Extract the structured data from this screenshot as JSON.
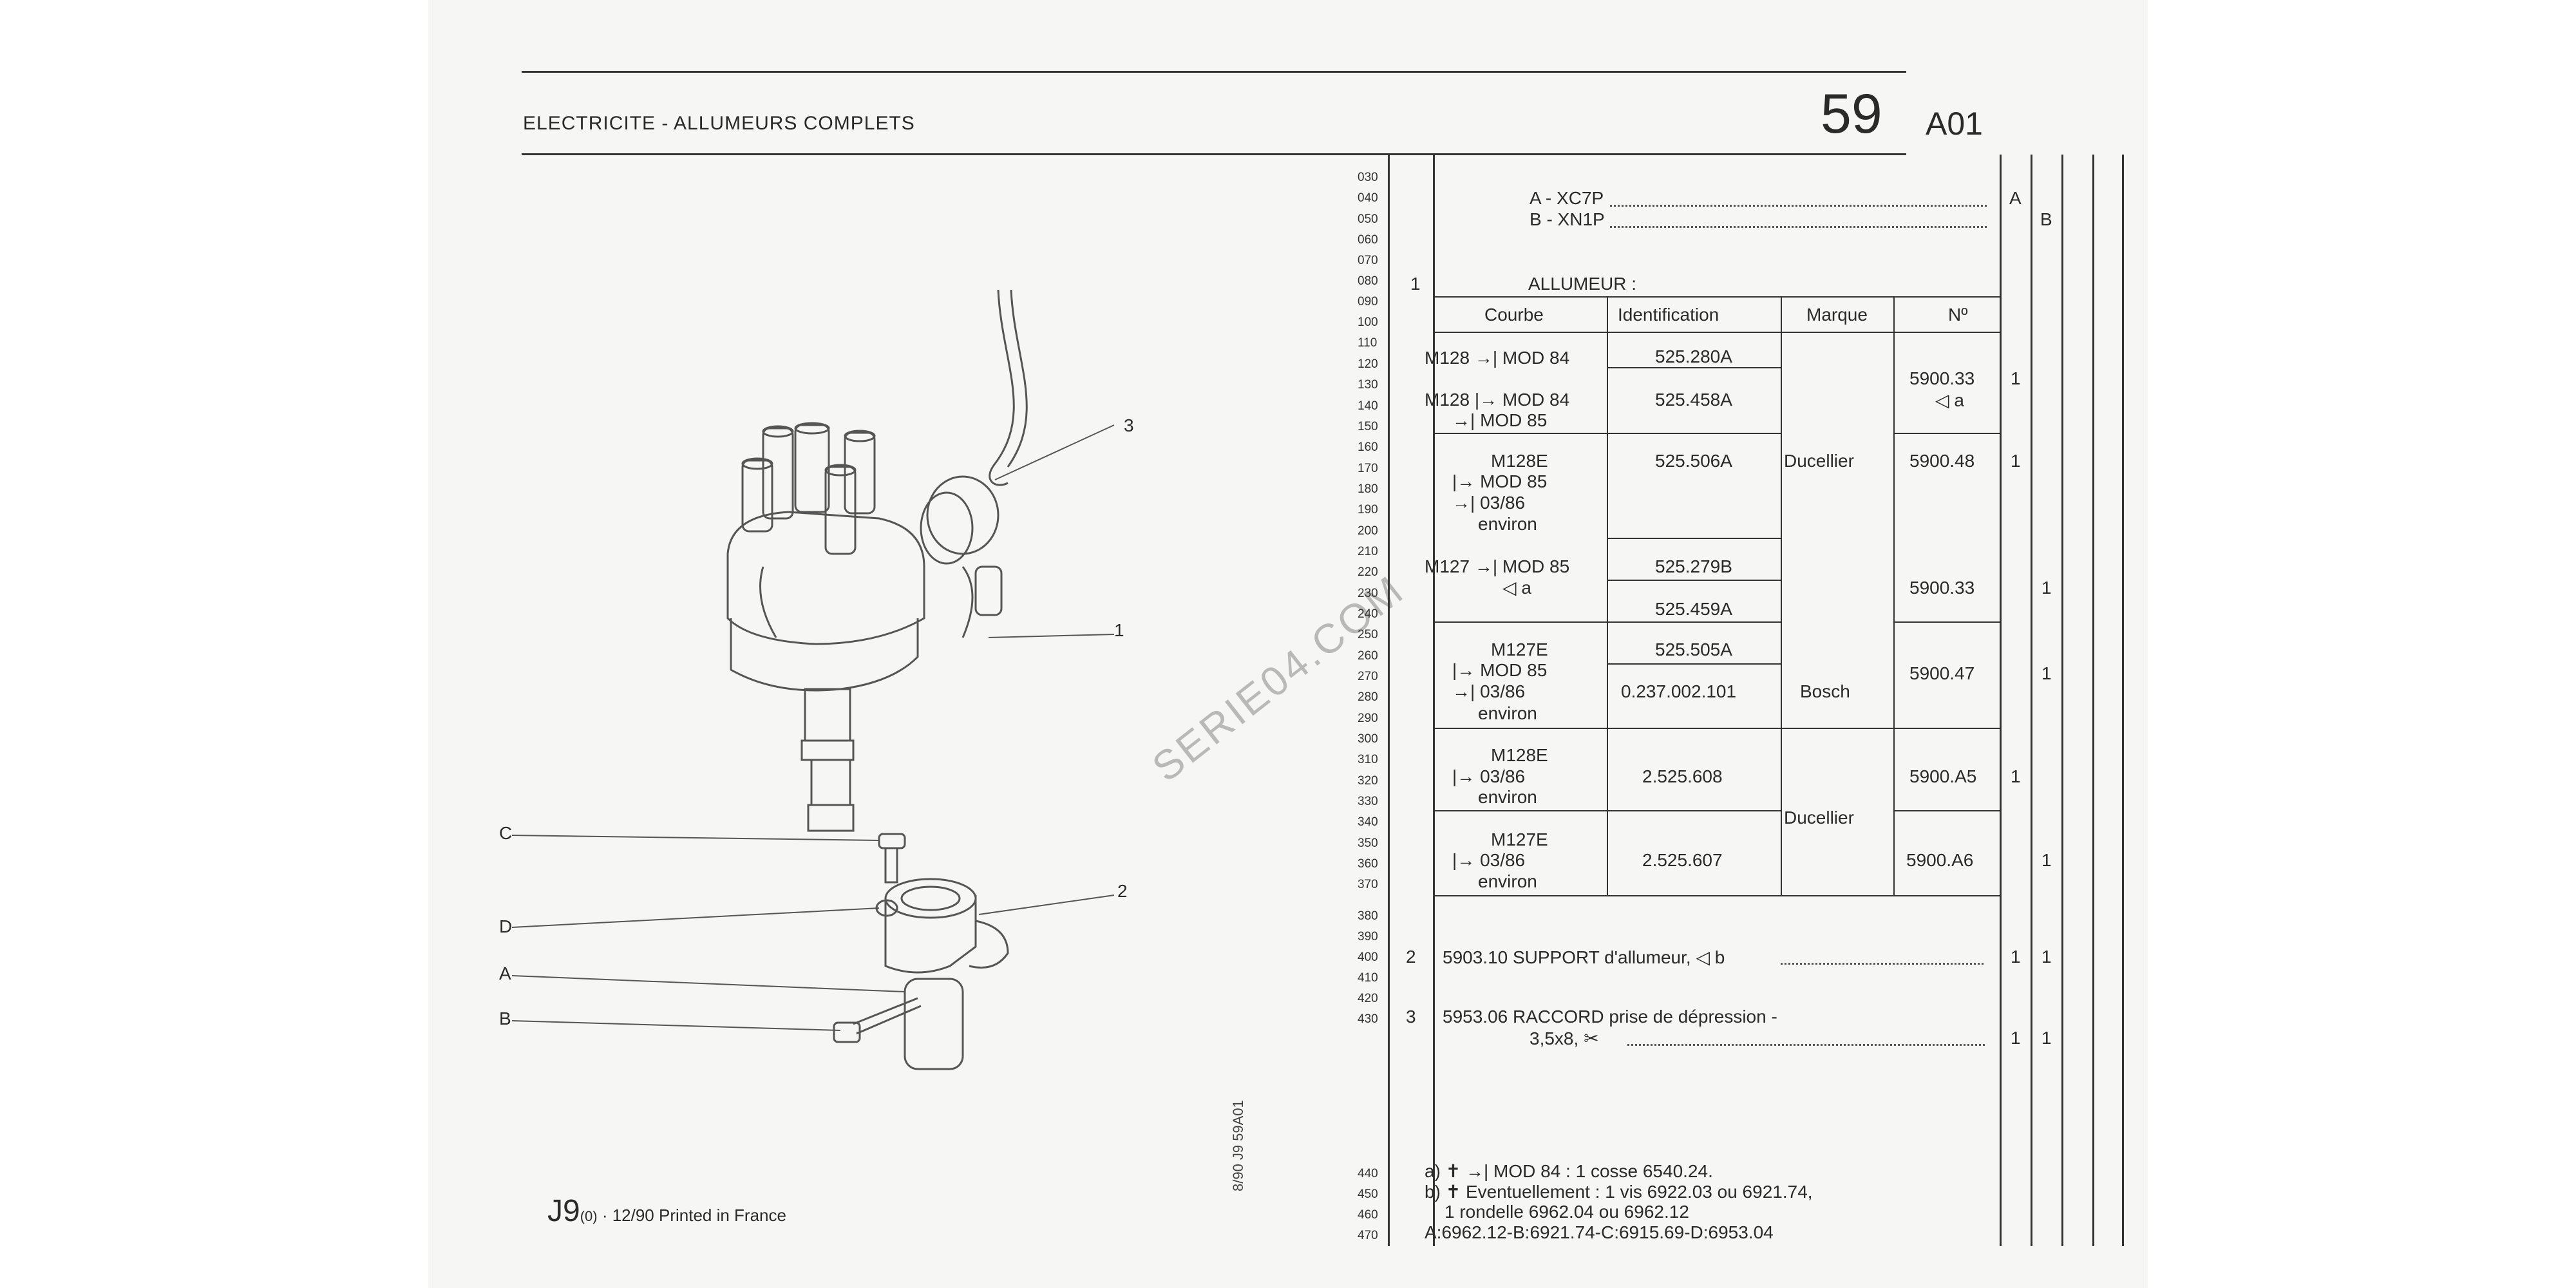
{
  "header": {
    "title": "ELECTRICITE - ALLUMEURS COMPLETS",
    "page_number": "59",
    "page_ref": "A01"
  },
  "footer": {
    "code": "J9",
    "suffix": "(0)",
    "text": " · 12/90 Printed in France",
    "vertical": "8/90  J9  59A01"
  },
  "watermark": "SERIE04.COM",
  "diagram": {
    "callouts": {
      "c1": "1",
      "c2": "2",
      "c3": "3"
    },
    "letters": {
      "C": "C",
      "D": "D",
      "A": "A",
      "B": "B"
    }
  },
  "row_numbers": [
    "030",
    "040",
    "050",
    "060",
    "070",
    "080",
    "090",
    "100",
    "110",
    "120",
    "130",
    "140",
    "150",
    "160",
    "170",
    "180",
    "190",
    "200",
    "210",
    "220",
    "230",
    "240",
    "250",
    "260",
    "270",
    "280",
    "290",
    "300",
    "310",
    "320",
    "330",
    "340",
    "350",
    "360",
    "370",
    "380",
    "390",
    "400",
    "410",
    "420",
    "430",
    "440",
    "450",
    "460",
    "470"
  ],
  "variants": {
    "a": "A - XC7P",
    "b": "B - XN1P",
    "mark_a": "A",
    "mark_b": "B"
  },
  "allumeur": {
    "index": "1",
    "label": "ALLUMEUR :"
  },
  "columns": {
    "courbe": "Courbe",
    "identification": "Identification",
    "marque": "Marque",
    "numero": "Nº"
  },
  "rows": {
    "r1": {
      "courbe": "M128",
      "cond": "MOD 84",
      "ident": "525.280A"
    },
    "r2": {
      "courbe": "M128",
      "cond": "MOD 84",
      "cond2": "MOD 85",
      "ident": "525.458A"
    },
    "r12": {
      "num": "5900.33",
      "note": "a",
      "qty": "1"
    },
    "r3": {
      "courbe": "M128E",
      "cond": "MOD 85",
      "cond2": "03/86",
      "cond3": "environ",
      "ident": "525.506A",
      "marque": "Ducellier",
      "num": "5900.48",
      "qty": "1"
    },
    "r4": {
      "courbe": "M127",
      "cond": "MOD 85",
      "note": "a",
      "ident": "525.279B",
      "ident2": "525.459A",
      "num": "5900.33",
      "qty": "1"
    },
    "r5": {
      "courbe": "M127E",
      "cond": "MOD 85",
      "cond2": "03/86",
      "cond3": "environ",
      "ident": "525.505A",
      "ident2": "0.237.002.101",
      "marque": "Bosch",
      "num": "5900.47",
      "qty": "1"
    },
    "r6": {
      "courbe": "M128E",
      "cond": "03/86",
      "cond3": "environ",
      "ident": "2.525.608",
      "num": "5900.A5",
      "qty": "1"
    },
    "r7": {
      "courbe": "M127E",
      "cond": "03/86",
      "cond3": "environ",
      "ident": "2.525.607",
      "num": "5900.A6",
      "qty": "1"
    },
    "marque_bottom": "Ducellier"
  },
  "parts": {
    "p2": {
      "index": "2",
      "text": "5903.10 SUPPORT d'allumeur,",
      "note": "b",
      "qa": "1",
      "qb": "1"
    },
    "p3": {
      "index": "3",
      "text": "5953.06 RACCORD prise de dépression -",
      "text2": "3,5x8,",
      "qa": "1",
      "qb": "1"
    }
  },
  "notes": {
    "a": "a)",
    "a_text": "MOD 84 : 1 cosse 6540.24.",
    "b": "b)",
    "b_text": "Eventuellement : 1 vis 6922.03 ou 6921.74,",
    "b_text2": "1 rondelle 6962.04 ou 6962.12",
    "legend": "A:6962.12-B:6921.74-C:6915.69-D:6953.04"
  }
}
